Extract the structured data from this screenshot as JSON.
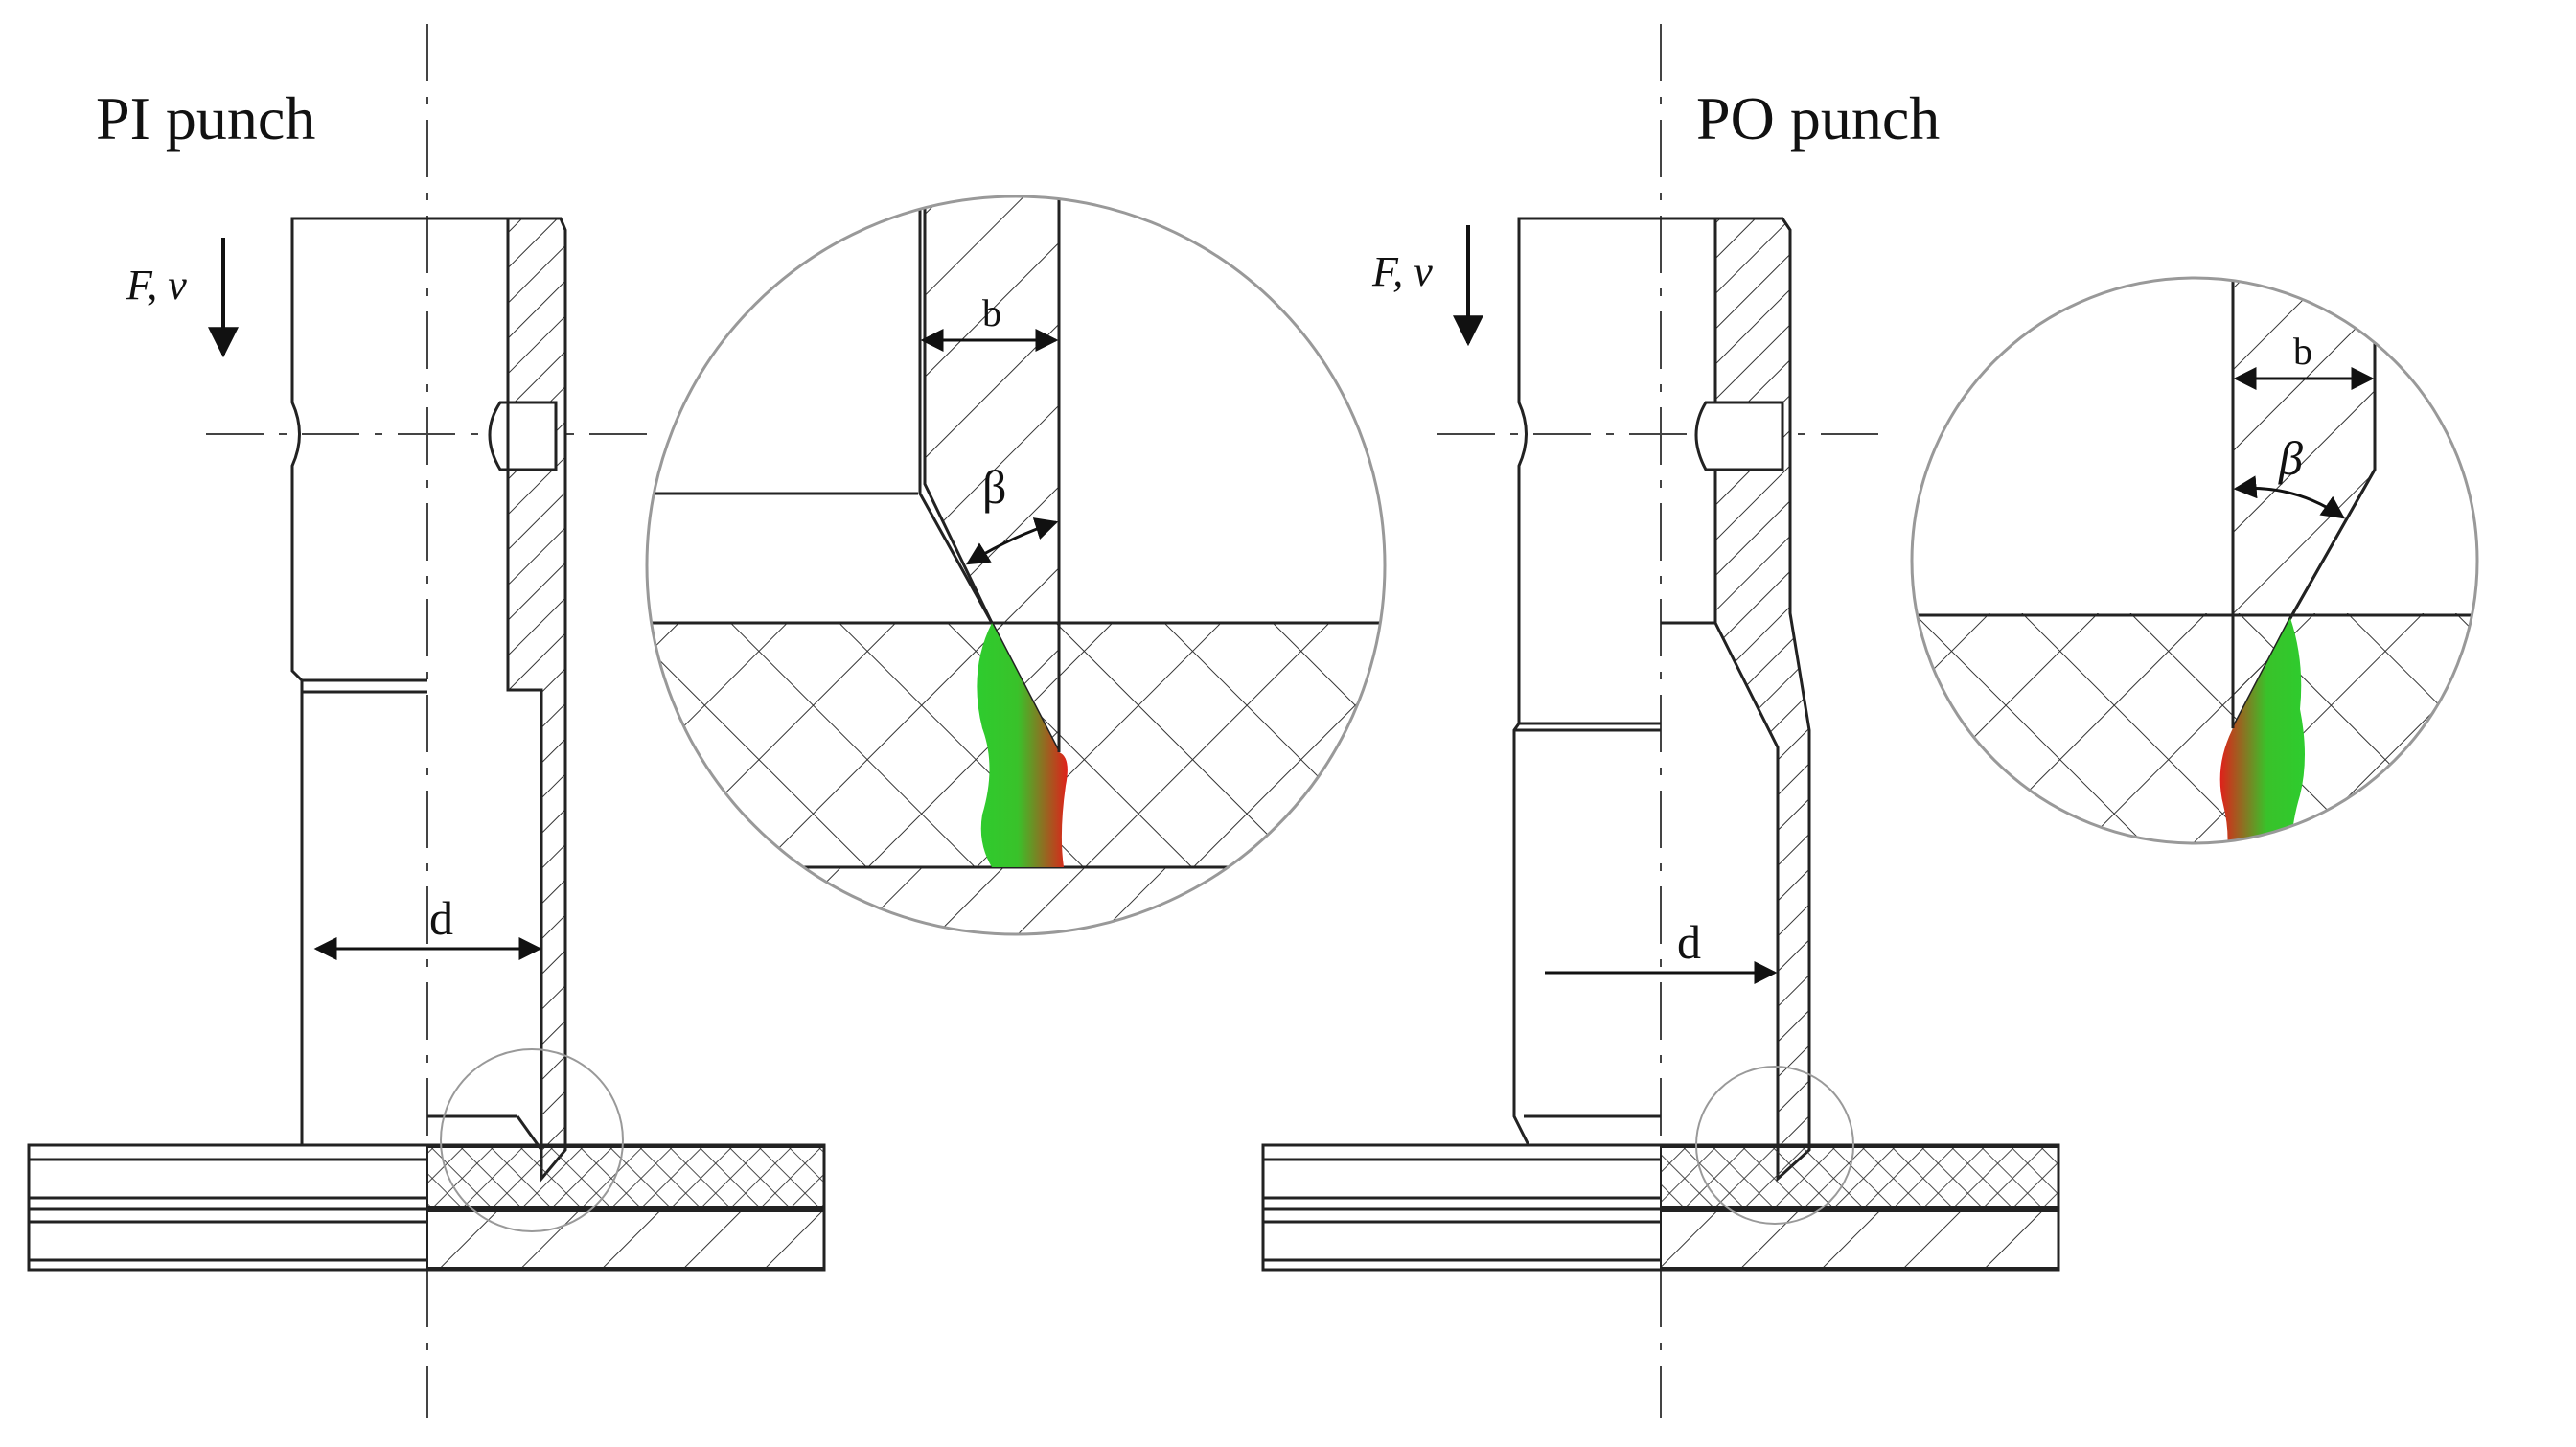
{
  "panels": [
    {
      "id": "pi",
      "title": "PI punch",
      "force_label": "F, v",
      "diameter_label": "d",
      "detail": {
        "width_label": "b",
        "angle_label": "β"
      }
    },
    {
      "id": "po",
      "title": "PO punch",
      "force_label": "F, v",
      "diameter_label": "d",
      "detail": {
        "width_label": "b",
        "angle_label": "β"
      }
    }
  ],
  "colors": {
    "line": "#222222",
    "weld_green": "#2ecc2e",
    "weld_red": "#e0201a",
    "background": "#ffffff"
  }
}
